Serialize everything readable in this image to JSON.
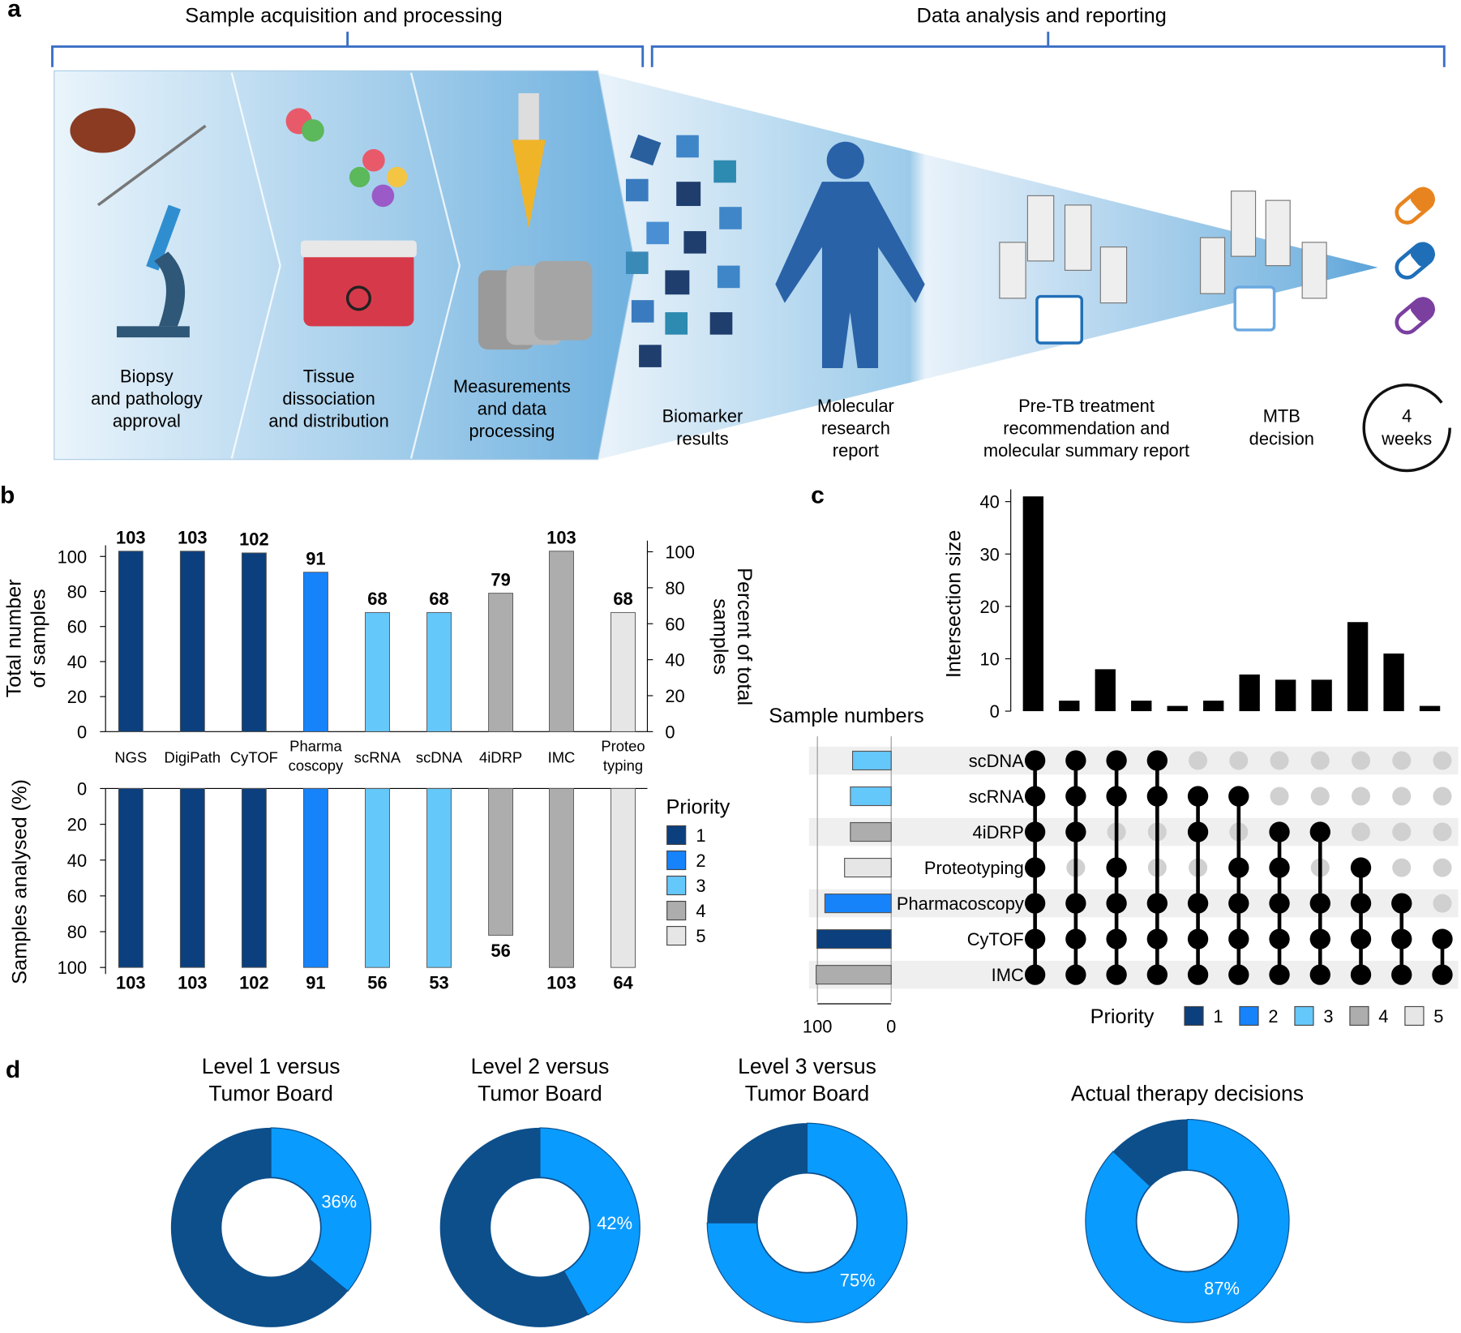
{
  "panel_labels": {
    "a": "a",
    "b": "b",
    "c": "c",
    "d": "d"
  },
  "panel_a": {
    "header_left": "Sample acquisition and processing",
    "header_right": "Data analysis and reporting",
    "steps": [
      {
        "lines": [
          "Biopsy",
          "and pathology",
          "approval"
        ]
      },
      {
        "lines": [
          "Tissue",
          "dissociation",
          "and distribution"
        ]
      },
      {
        "lines": [
          "Measurements",
          "and data",
          "processing"
        ]
      },
      {
        "lines": [
          "Biomarker",
          "results"
        ]
      },
      {
        "lines": [
          "Molecular",
          "research",
          "report"
        ]
      },
      {
        "lines": [
          "Pre-TB treatment",
          "recommendation and",
          "molecular summary report"
        ]
      },
      {
        "lines": [
          "MTB",
          "decision"
        ]
      }
    ],
    "timer_lines": [
      "4",
      "weeks"
    ],
    "pill_colors": [
      "#e8841f",
      "#1f6fb8",
      "#7b3fa0"
    ]
  },
  "priority_colors": {
    "1": "#0b3f7d",
    "2": "#1683fb",
    "3": "#65c8fb",
    "4": "#adadad",
    "5": "#e6e6e6"
  },
  "chart_data": [
    {
      "type": "bar",
      "id": "b-top",
      "ylabel": "Total number of samples",
      "ylabel_lines": [
        "Total number",
        "of samples"
      ],
      "y2label_lines": [
        "Percent of total",
        "samples"
      ],
      "ylim": [
        0,
        100
      ],
      "yticks": [
        0,
        20,
        40,
        60,
        80,
        100
      ],
      "categories": [
        "NGS",
        "DigiPath",
        "CyTOF",
        "Pharma coscopy",
        "scRNA",
        "scDNA",
        "4iDRP",
        "IMC",
        "Proteo typing"
      ],
      "category_lines": [
        [
          "NGS"
        ],
        [
          "DigiPath"
        ],
        [
          "CyTOF"
        ],
        [
          "Pharma",
          "coscopy"
        ],
        [
          "scRNA"
        ],
        [
          "scDNA"
        ],
        [
          "4iDRP"
        ],
        [
          "IMC"
        ],
        [
          "Proteo",
          "typing"
        ]
      ],
      "values": [
        103,
        103,
        102,
        91,
        68,
        68,
        79,
        103,
        68
      ],
      "priority": [
        1,
        1,
        1,
        2,
        3,
        3,
        4,
        4,
        5
      ]
    },
    {
      "type": "bar",
      "id": "b-bottom",
      "ylabel": "Samples analysed (%)",
      "ylim": [
        0,
        100
      ],
      "yticks": [
        0,
        20,
        40,
        60,
        80,
        100
      ],
      "percent_values": [
        100,
        100,
        100,
        100,
        100,
        100,
        82,
        100,
        100
      ],
      "labels": [
        103,
        103,
        102,
        91,
        56,
        53,
        56,
        103,
        64
      ],
      "priority": [
        1,
        1,
        1,
        2,
        3,
        3,
        4,
        4,
        5
      ],
      "legend_title": "Priority",
      "legend": [
        "1",
        "2",
        "3",
        "4",
        "5"
      ]
    },
    {
      "type": "bar",
      "id": "c-upset",
      "ylabel": "Intersection size",
      "ylim": [
        0,
        40
      ],
      "yticks": [
        0,
        10,
        20,
        30,
        40
      ],
      "intersection_sizes": [
        41,
        2,
        8,
        2,
        1,
        2,
        7,
        6,
        6,
        17,
        11,
        1
      ],
      "sets_title": "Sample numbers",
      "sets": [
        "scDNA",
        "scRNA",
        "4iDRP",
        "Proteotyping",
        "Pharmacoscopy",
        "CyTOF",
        "IMC"
      ],
      "set_sizes": [
        53,
        56,
        56,
        64,
        91,
        102,
        103
      ],
      "set_priority": [
        3,
        3,
        4,
        5,
        2,
        1,
        4
      ],
      "set_axis_ticks": [
        "100",
        "0"
      ],
      "matrix": [
        [
          "scDNA",
          "scRNA",
          "4iDRP",
          "Proteotyping",
          "Pharmacoscopy",
          "CyTOF",
          "IMC"
        ],
        [
          "scDNA",
          "scRNA",
          "4iDRP",
          "Pharmacoscopy",
          "CyTOF",
          "IMC"
        ],
        [
          "scDNA",
          "scRNA",
          "Proteotyping",
          "Pharmacoscopy",
          "CyTOF",
          "IMC"
        ],
        [
          "scDNA",
          "scRNA",
          "Pharmacoscopy",
          "CyTOF",
          "IMC"
        ],
        [
          "scRNA",
          "4iDRP",
          "Pharmacoscopy",
          "CyTOF",
          "IMC"
        ],
        [
          "scRNA",
          "Proteotyping",
          "Pharmacoscopy",
          "CyTOF",
          "IMC"
        ],
        [
          "4iDRP",
          "Proteotyping",
          "Pharmacoscopy",
          "CyTOF",
          "IMC"
        ],
        [
          "4iDRP",
          "Pharmacoscopy",
          "CyTOF",
          "IMC"
        ],
        [
          "Proteotyping",
          "Pharmacoscopy",
          "CyTOF",
          "IMC"
        ],
        [
          "Pharmacoscopy",
          "CyTOF",
          "IMC"
        ],
        [
          "CyTOF",
          "IMC"
        ]
      ],
      "legend_title": "Priority",
      "legend": [
        "1",
        "2",
        "3",
        "4",
        "5"
      ]
    },
    {
      "type": "pie",
      "id": "d-donuts",
      "charts": [
        {
          "title_lines": [
            "Level 1 versus",
            "Tumor Board"
          ],
          "highlight_percent": 36,
          "label": "36%"
        },
        {
          "title_lines": [
            "Level 2 versus",
            "Tumor Board"
          ],
          "highlight_percent": 42,
          "label": "42%"
        },
        {
          "title_lines": [
            "Level 3 versus",
            "Tumor Board"
          ],
          "highlight_percent": 75,
          "label": "75%"
        },
        {
          "title_lines": [
            "Actual therapy decisions"
          ],
          "highlight_percent": 87,
          "label": "87%"
        }
      ],
      "colors": {
        "highlight": "#0a9bff",
        "rest": "#0d4f8b"
      }
    }
  ]
}
